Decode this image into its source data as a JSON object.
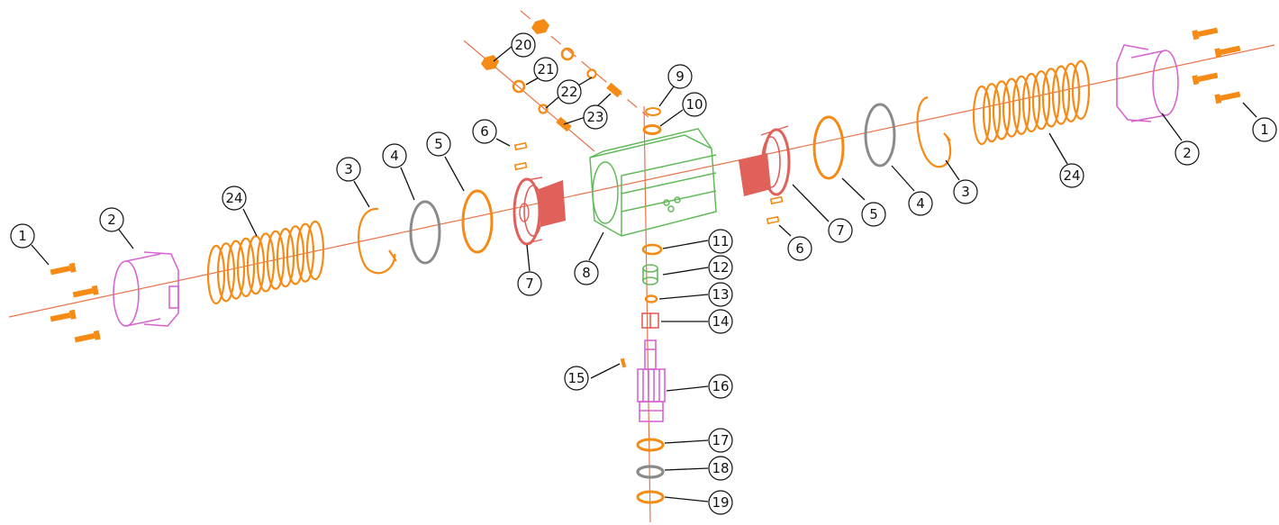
{
  "callouts": {
    "c1l": "1",
    "c2l": "2",
    "c24l": "24",
    "c3l": "3",
    "c4l": "4",
    "c5l": "5",
    "c6l": "6",
    "c7l": "7",
    "c8": "8",
    "c9": "9",
    "c10": "10",
    "c20": "20",
    "c21": "21",
    "c22": "22",
    "c23": "23",
    "c11": "11",
    "c12": "12",
    "c13": "13",
    "c14": "14",
    "c15": "15",
    "c16": "16",
    "c17": "17",
    "c18": "18",
    "c19": "19",
    "c7r": "7",
    "c6r": "6",
    "c5r": "5",
    "c4r": "4",
    "c3r": "3",
    "c24r": "24",
    "c2r": "2",
    "c1r": "1"
  },
  "colors": {
    "axis": "#e8734a",
    "orange_parts": "#f58a14",
    "gray_parts": "#8a8a8a",
    "pink_parts": "#d765d1",
    "green_parts": "#62b95a",
    "salmon_parts": "#e0605a"
  }
}
